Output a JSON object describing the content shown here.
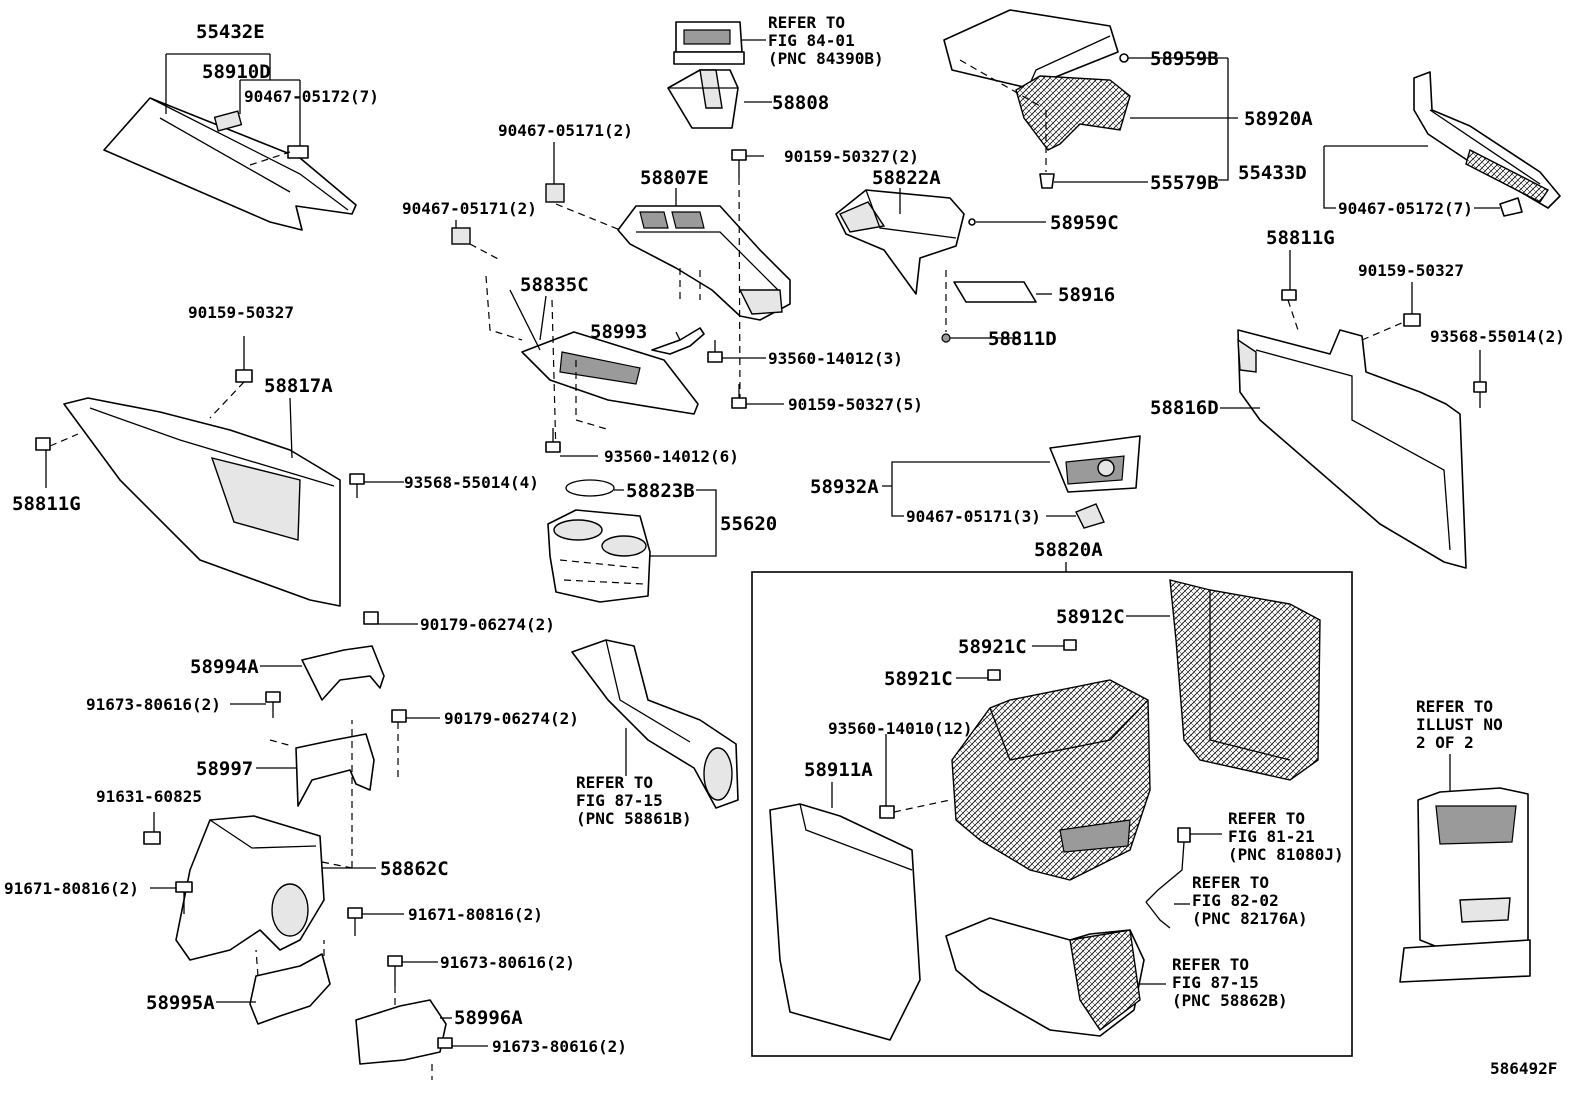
{
  "diagram_code": "586492F",
  "group_label": "58820A",
  "parts": [
    {
      "label": "55432E"
    },
    {
      "label": "58910D"
    },
    {
      "label": "90467-05172(7)"
    },
    {
      "label": "58808"
    },
    {
      "label": "90467-05171(2)"
    },
    {
      "label": "90159-50327(2)"
    },
    {
      "label": "58807E"
    },
    {
      "label": "90467-05171(2)"
    },
    {
      "label": "58835C"
    },
    {
      "label": "58993"
    },
    {
      "label": "93560-14012(3)"
    },
    {
      "label": "90159-50327(5)"
    },
    {
      "label": "93560-14012(6)"
    },
    {
      "label": "58823B"
    },
    {
      "label": "55620"
    },
    {
      "label": "58959B"
    },
    {
      "label": "58920A"
    },
    {
      "label": "55579B"
    },
    {
      "label": "58822A"
    },
    {
      "label": "58959C"
    },
    {
      "label": "58916"
    },
    {
      "label": "58811D"
    },
    {
      "label": "55433D"
    },
    {
      "label": "90467-05172(7)"
    },
    {
      "label": "58811G"
    },
    {
      "label": "90159-50327"
    },
    {
      "label": "93568-55014(2)"
    },
    {
      "label": "58816D"
    },
    {
      "label": "58932A"
    },
    {
      "label": "90467-05171(3)"
    },
    {
      "label": "90159-50327"
    },
    {
      "label": "58817A"
    },
    {
      "label": "58811G"
    },
    {
      "label": "93568-55014(4)"
    },
    {
      "label": "90179-06274(2)"
    },
    {
      "label": "58994A"
    },
    {
      "label": "91673-80616(2)"
    },
    {
      "label": "90179-06274(2)"
    },
    {
      "label": "58997"
    },
    {
      "label": "91631-60825"
    },
    {
      "label": "58862C"
    },
    {
      "label": "91671-80816(2)"
    },
    {
      "label": "91671-80816(2)"
    },
    {
      "label": "91673-80616(2)"
    },
    {
      "label": "58995A"
    },
    {
      "label": "58996A"
    },
    {
      "label": "91673-80616(2)"
    },
    {
      "label": "58912C"
    },
    {
      "label": "58921C"
    },
    {
      "label": "58921C"
    },
    {
      "label": "93560-14010(12)"
    },
    {
      "label": "58911A"
    }
  ],
  "references": [
    {
      "lines": [
        "REFER TO",
        "FIG 84-01",
        "(PNC 84390B)"
      ]
    },
    {
      "lines": [
        "REFER TO",
        "FIG 87-15",
        "(PNC 58861B)"
      ]
    },
    {
      "lines": [
        "REFER TO",
        "FIG 81-21",
        "(PNC 81080J)"
      ]
    },
    {
      "lines": [
        "REFER TO",
        "FIG 82-02",
        "(PNC 82176A)"
      ]
    },
    {
      "lines": [
        "REFER TO",
        "FIG 87-15",
        "(PNC 58862B)"
      ]
    },
    {
      "lines": [
        "REFER TO",
        "ILLUST NO",
        "2 OF 2"
      ]
    }
  ]
}
